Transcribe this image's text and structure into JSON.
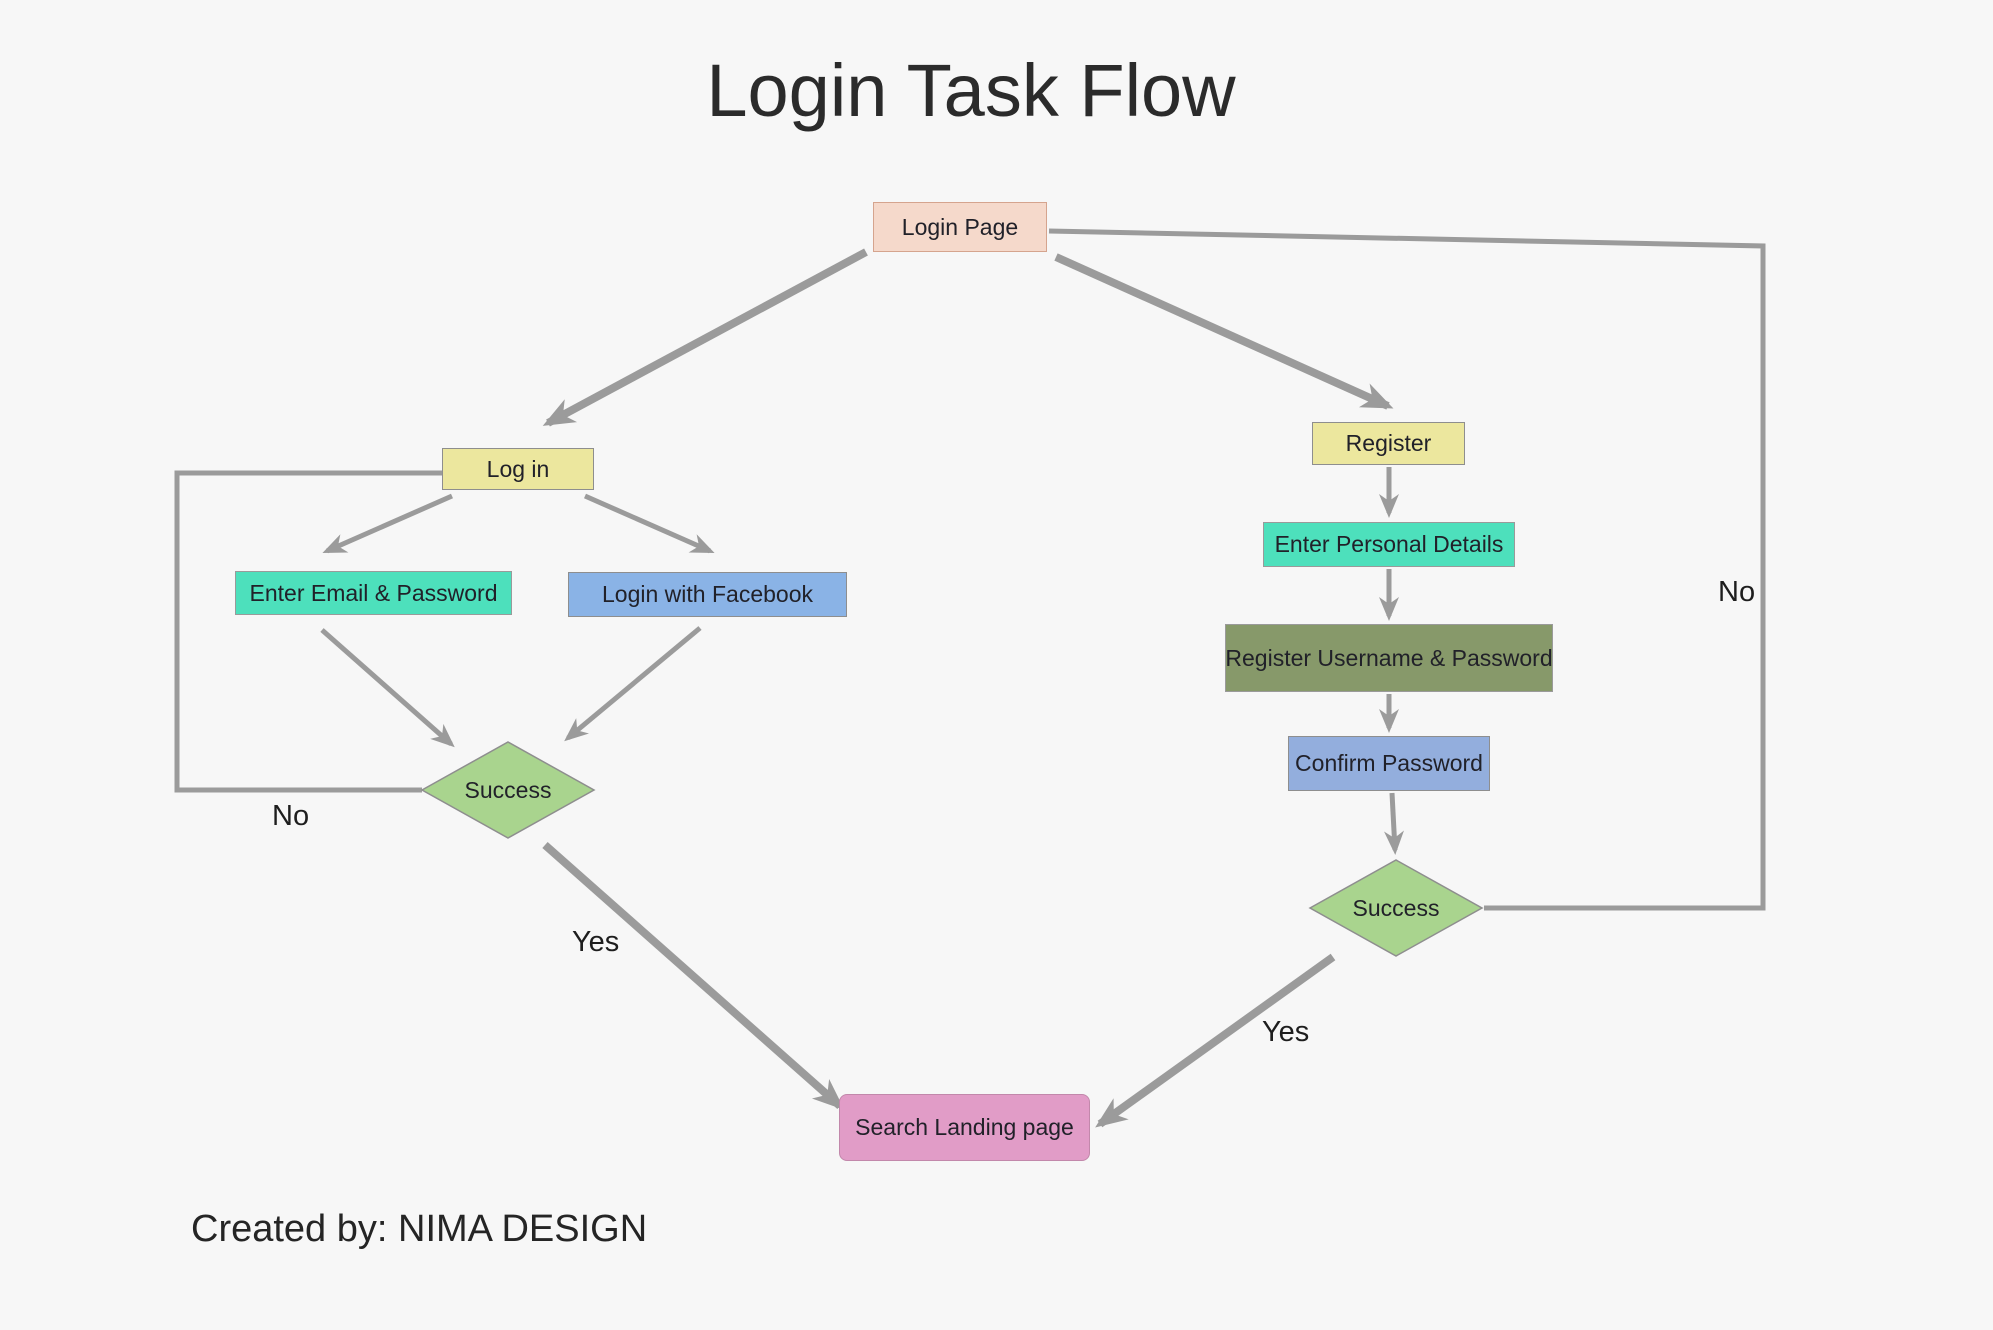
{
  "title": "Login Task Flow",
  "footer": "Created by: NIMA DESIGN",
  "colors": {
    "background": "#f7f7f7",
    "line": "#9b9b9b",
    "text": "#212129",
    "peach": "#f5d9cb",
    "peach_border": "#d5a48e",
    "yellow": "#ece79e",
    "teal": "#4de0bc",
    "blue": "#8ab3e6",
    "olive": "#87996a",
    "light_blue": "#93aedd",
    "green": "#a9d48e",
    "pink": "#e19cc7",
    "pink_border": "#c288ab",
    "border_gray": "#8e8e8e"
  },
  "nodes": {
    "login_page": {
      "label": "Login Page"
    },
    "log_in": {
      "label": "Log in"
    },
    "enter_email_password": {
      "label": "Enter Email & Password"
    },
    "login_with_facebook": {
      "label": "Login with Facebook"
    },
    "success_login": {
      "label": "Success"
    },
    "register": {
      "label": "Register"
    },
    "enter_personal_details": {
      "label": "Enter Personal Details"
    },
    "register_username_password": {
      "label": "Register Username & Password"
    },
    "confirm_password": {
      "label": "Confirm Password"
    },
    "success_register": {
      "label": "Success"
    },
    "search_landing_page": {
      "label": "Search Landing page"
    }
  },
  "edges": [
    {
      "from": "login_page",
      "to": "log_in",
      "label": ""
    },
    {
      "from": "login_page",
      "to": "register",
      "label": ""
    },
    {
      "from": "log_in",
      "to": "enter_email_password",
      "label": ""
    },
    {
      "from": "log_in",
      "to": "login_with_facebook",
      "label": ""
    },
    {
      "from": "enter_email_password",
      "to": "success_login",
      "label": ""
    },
    {
      "from": "login_with_facebook",
      "to": "success_login",
      "label": ""
    },
    {
      "from": "success_login",
      "to": "log_in",
      "label": "No"
    },
    {
      "from": "success_login",
      "to": "search_landing_page",
      "label": "Yes"
    },
    {
      "from": "register",
      "to": "enter_personal_details",
      "label": ""
    },
    {
      "from": "enter_personal_details",
      "to": "register_username_password",
      "label": ""
    },
    {
      "from": "register_username_password",
      "to": "confirm_password",
      "label": ""
    },
    {
      "from": "confirm_password",
      "to": "success_register",
      "label": ""
    },
    {
      "from": "success_register",
      "to": "search_landing_page",
      "label": "Yes"
    },
    {
      "from": "success_register",
      "to": "login_page",
      "label": "No"
    }
  ]
}
